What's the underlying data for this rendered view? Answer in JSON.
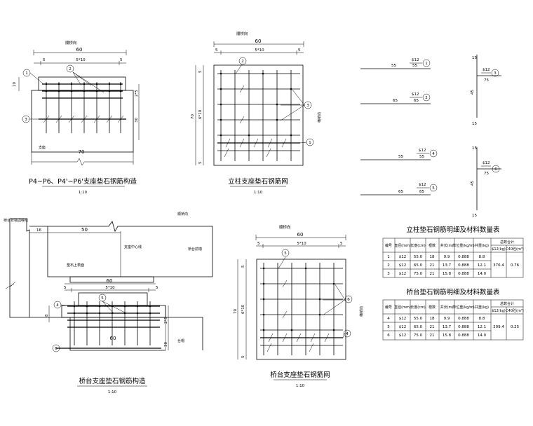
{
  "drawing1": {
    "title": "P4~P6、P4'~P6'支座垫石钢筋构造",
    "scale": "1:10",
    "dims": {
      "top": "60",
      "left5": "5",
      "mid": "5*10",
      "right5": "5",
      "h10": "10",
      "h2x5": "2*5",
      "h30": "30",
      "bottom": "70"
    },
    "labels": {
      "top": "顺桥向",
      "bottom": "支座"
    },
    "callouts": [
      "1",
      "2",
      "3"
    ]
  },
  "drawing2": {
    "title": "立柱支座垫石钢筋网",
    "scale": "1:10",
    "dims": {
      "top": "60",
      "left5": "5",
      "mid": "5*10",
      "right5": "5",
      "v5a": "5",
      "v6x10": "6*10",
      "v5b": "5",
      "v70": "70"
    },
    "labels": {
      "top": "顺桥向",
      "side": "横桥向"
    },
    "callouts": [
      "2",
      "3",
      "1"
    ]
  },
  "drawing3": {
    "title": "桥台支座垫石钢筋构造",
    "scale": "1:10",
    "dims": {
      "d16": "16",
      "d50": "50",
      "d60": "60",
      "d5a": "5",
      "d5x10": "5*10",
      "d5b": "5",
      "d8": "8",
      "d2x5": "2*5",
      "d60b": "60",
      "d30": "30"
    },
    "labels": {
      "topRight": "顺桥向",
      "left": "桥台背墙边缘线",
      "center": "支座中心线",
      "right": "桥台前墙",
      "pad": "垫石上表面",
      "bottom": "台帽"
    },
    "callouts": [
      "4",
      "5",
      "6"
    ]
  },
  "drawing4": {
    "title": "桥台支座垫石钢筋网",
    "scale": "1:10",
    "dims": {
      "top": "60",
      "left5": "5",
      "mid": "5*10",
      "right5": "5",
      "v5a": "5",
      "v6x10": "6*10",
      "v5b": "5",
      "v70": "70"
    },
    "labels": {
      "top": "顺桥向",
      "side": "横桥向"
    },
    "callouts": [
      "5",
      "6",
      "4"
    ]
  },
  "bars": [
    {
      "id": "1",
      "spec": "$12",
      "left": "55",
      "right": "55"
    },
    {
      "id": "2",
      "spec": "$12",
      "left": "65",
      "right": "65"
    },
    {
      "id": "3",
      "spec": "$12",
      "top": "15",
      "mid": "45",
      "right": "75",
      "bottom": "15"
    },
    {
      "id": "4",
      "spec": "$12",
      "left": "55",
      "right": "55"
    },
    {
      "id": "5",
      "spec": "$12",
      "left": "65",
      "right": "65"
    },
    {
      "id": "6",
      "spec": "$12",
      "top": "15",
      "mid": "45",
      "right": "75",
      "bottom": "15"
    }
  ],
  "table1": {
    "title": "立柱垫石钢筋明细及材料数量表",
    "headers": [
      "编号",
      "直径(mm)",
      "长度(cm)",
      "根数",
      "共长(m)",
      "单位重(kg/m)",
      "共重(kg)",
      "总数合计"
    ],
    "subheaders": [
      "$12(kg)",
      "C40砼(m³)"
    ],
    "rows": [
      [
        "1",
        "$12",
        "55.0",
        "18",
        "9.9",
        "0.888",
        "8.8"
      ],
      [
        "2",
        "$12",
        "65.0",
        "21",
        "13.7",
        "0.888",
        "12.1"
      ],
      [
        "3",
        "$12",
        "75.0",
        "21",
        "15.8",
        "0.888",
        "14.0"
      ]
    ],
    "total_steel": "376.4",
    "total_concrete": "0.76"
  },
  "table2": {
    "title": "桥台垫石钢筋明细及材料数量表",
    "headers": [
      "编号",
      "直径(mm)",
      "长度(cm)",
      "根数",
      "共长(m)",
      "单位重(kg/m)",
      "共重(kg)",
      "总数合计"
    ],
    "subheaders": [
      "$12(kg)",
      "C40砼(m³)"
    ],
    "rows": [
      [
        "4",
        "$12",
        "55.0",
        "18",
        "9.9",
        "0.888",
        "8.8"
      ],
      [
        "5",
        "$12",
        "65.0",
        "21",
        "13.7",
        "0.888",
        "12.1"
      ],
      [
        "6",
        "$12",
        "75.0",
        "21",
        "15.8",
        "0.888",
        "14.0"
      ]
    ],
    "total_steel": "209.4",
    "total_concrete": "0.25"
  }
}
